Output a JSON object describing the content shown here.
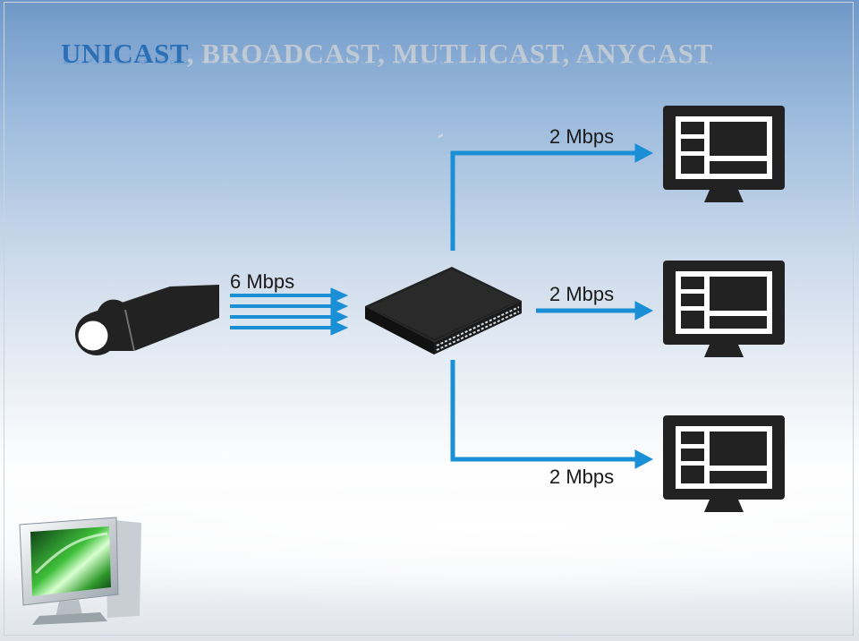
{
  "title": {
    "highlight": "UNICAST",
    "rest": ", BROADCAST, MUTLICAST, ANYCAST"
  },
  "labels": {
    "input_bandwidth": "6 Mbps",
    "output_top": "2 Mbps",
    "output_middle": "2 Mbps",
    "output_bottom": "2 Mbps"
  },
  "colors": {
    "arrow": "#1a8fd6",
    "device": "#222222",
    "title_highlight": "#2b6fb6"
  },
  "icons": {
    "source": "camera-icon",
    "switch": "network-switch-icon",
    "receivers": [
      "monitor-icon",
      "monitor-icon",
      "monitor-icon"
    ],
    "corner_logo": "computer-monitor-logo"
  }
}
